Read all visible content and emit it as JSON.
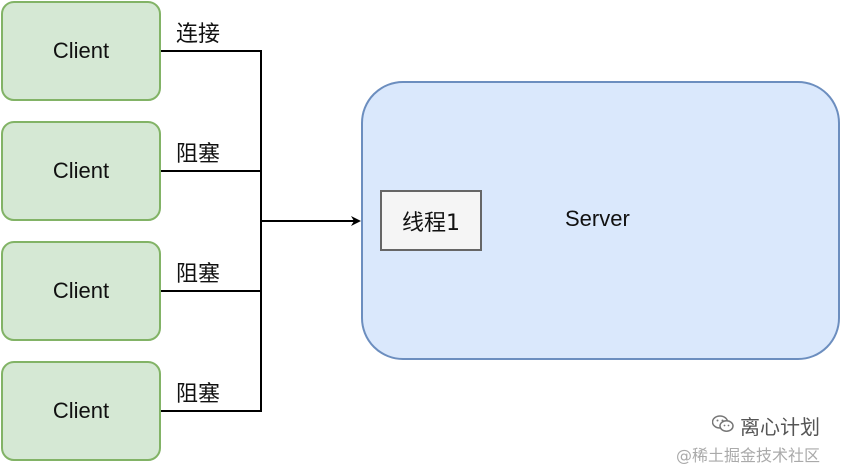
{
  "clients": [
    {
      "label": "Client"
    },
    {
      "label": "Client"
    },
    {
      "label": "Client"
    },
    {
      "label": "Client"
    }
  ],
  "edges": [
    {
      "label": "连接"
    },
    {
      "label": "阻塞"
    },
    {
      "label": "阻塞"
    },
    {
      "label": "阻塞"
    }
  ],
  "server": {
    "label": "Server"
  },
  "thread": {
    "label": "线程1"
  },
  "watermark": {
    "title": "离心计划",
    "subtitle": "@稀土掘金技术社区",
    "icon": "wechat-icon"
  },
  "colors": {
    "client_fill": "#d5e8d4",
    "client_border": "#82b366",
    "server_fill": "#dae8fc",
    "server_border": "#6c8ebf",
    "thread_fill": "#f5f5f5",
    "thread_border": "#666666"
  }
}
